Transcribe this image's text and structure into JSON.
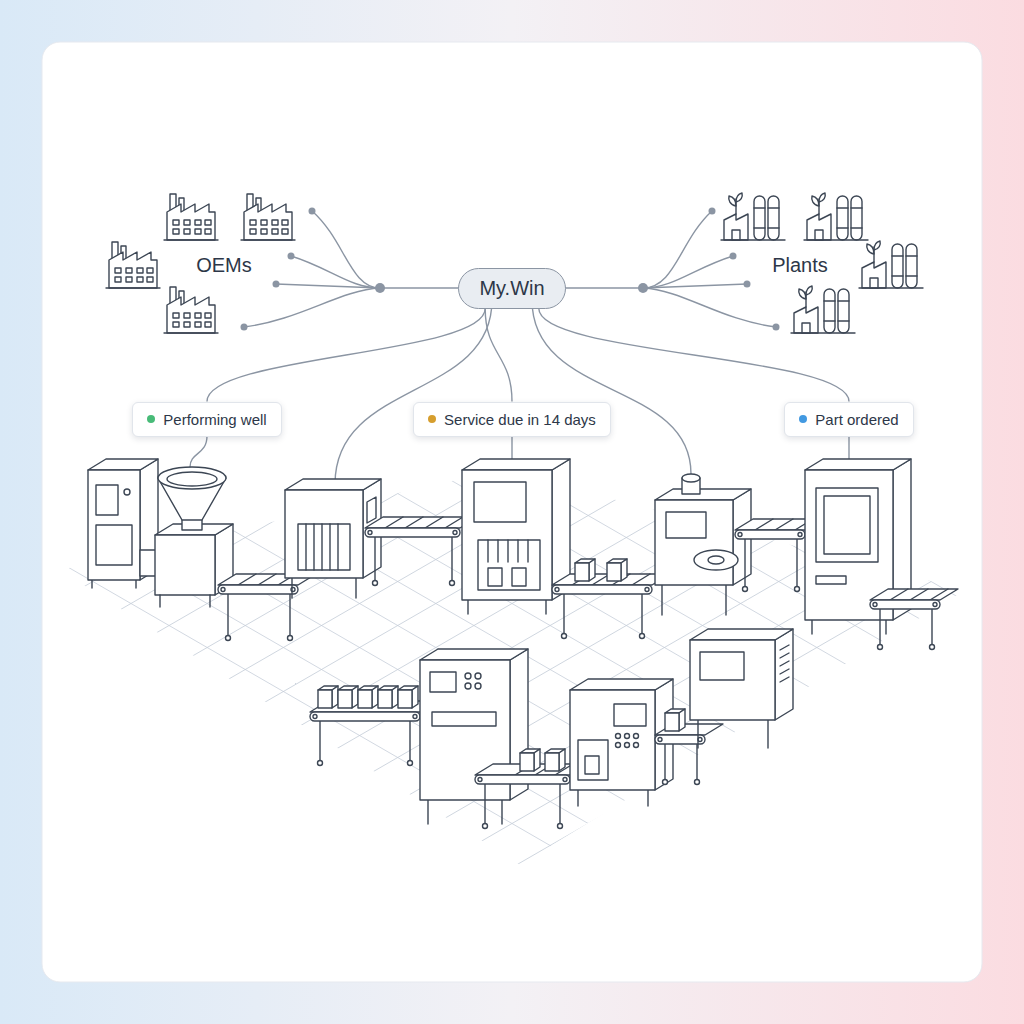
{
  "diagram": {
    "nodes": [
      {
        "text": [
          "My.Win"
        ]
      },
      {
        "text": [
          "Performing well"
        ]
      },
      {
        "text": [
          "Service due in 14 days"
        ]
      },
      {
        "text": [
          "Part ordered"
        ]
      }
    ],
    "edges": [
      {
        "from": 0,
        "to": 1,
        "arrow": "none"
      },
      {
        "from": 0,
        "to": 2,
        "arrow": "none"
      },
      {
        "from": 0,
        "to": 3,
        "arrow": "none"
      }
    ],
    "labels": [
      "OEMs",
      "Plants"
    ]
  }
}
